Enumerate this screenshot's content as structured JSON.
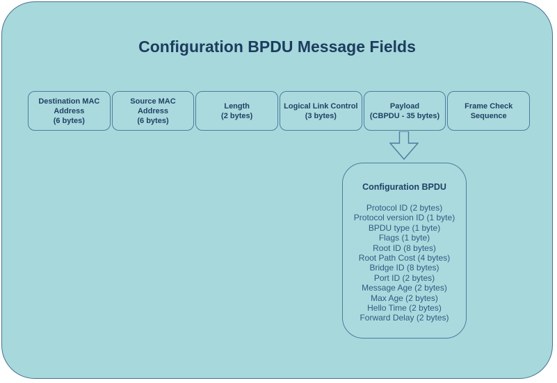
{
  "title": "Configuration BPDU Message Fields",
  "colors": {
    "canvas_bg": "#ffffff",
    "surface_fill": "#a7d8db",
    "surface_border": "#44708d",
    "box_fill": "#abdade",
    "box_border": "#4d7ba0",
    "title_color": "#1c3c5e",
    "box_label_color": "#1f4164",
    "list_text_color": "#2d5a82"
  },
  "frame_fields": [
    {
      "label": "Destination MAC Address (6 bytes)",
      "lines": [
        "Destination MAC",
        "Address",
        "(6 bytes)"
      ]
    },
    {
      "label": "Source MAC Address (6 bytes)",
      "lines": [
        "Source MAC",
        "Address",
        "(6 bytes)"
      ]
    },
    {
      "label": "Length (2 bytes)",
      "lines": [
        "Length",
        "(2 bytes)"
      ]
    },
    {
      "label": "Logical Link Control (3 bytes)",
      "lines": [
        "Logical Link Control",
        "(3 bytes)"
      ]
    },
    {
      "label": "Payload (CBPDU - 35 bytes)",
      "lines": [
        "Payload",
        "(CBPDU - 35 bytes)"
      ]
    },
    {
      "label": "Frame Check Sequence",
      "lines": [
        "Frame Check",
        "Sequence"
      ]
    }
  ],
  "arrow": {
    "icon": "down-block-arrow"
  },
  "bpdu_panel": {
    "title": "Configuration BPDU",
    "fields": [
      "Protocol ID (2 bytes)",
      "Protocol version ID (1 byte)",
      "BPDU type (1 byte)",
      "Flags (1 byte)",
      "Root ID (8 bytes)",
      "Root Path Cost (4 bytes)",
      "Bridge ID (8 bytes)",
      "Port ID (2 bytes)",
      "Message Age (2 bytes)",
      "Max Age (2 bytes)",
      "Hello Time (2 bytes)",
      "Forward Delay (2 bytes)"
    ]
  }
}
